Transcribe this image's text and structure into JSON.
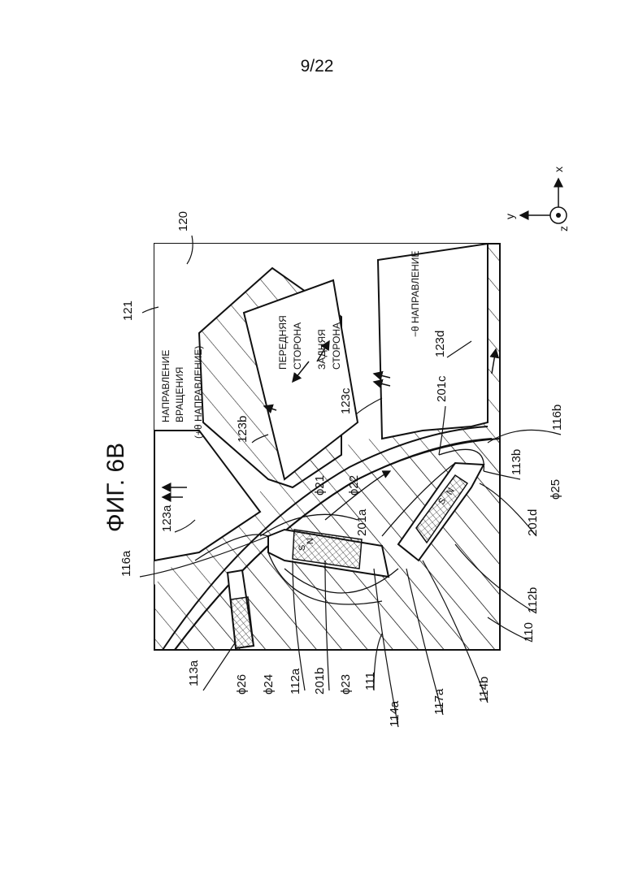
{
  "page_number": "9/22",
  "figure_title": "ФИГ. 6В",
  "stator_labels": {
    "rotation_direction_1": "НАПРАВЛЕНИЕ",
    "rotation_direction_2": "ВРАЩЕНИЯ",
    "plus_theta": "(+θ НАПРАВЛЕНИЕ)",
    "minus_theta": "−θ НАПРАВЛЕНИЕ",
    "front_1": "ПЕРЕДНЯЯ",
    "front_2": "СТОРОНА",
    "rear_1": "ЗАДНЯЯ",
    "rear_2": "СТОРОНА"
  },
  "reference_numerals": {
    "r120": "120",
    "r121": "121",
    "r123a": "123a",
    "r123b": "123b",
    "r123c": "123c",
    "r123d": "123d",
    "r116a": "116a",
    "r116b": "116b",
    "r113a": "113a",
    "r113b": "113b",
    "r201a": "201a",
    "r201b": "201b",
    "r201c": "201c",
    "r201d": "201d",
    "r112a": "112a",
    "r112b": "112b",
    "r114a": "114a",
    "r114b": "114b",
    "r117a": "117a",
    "r111": "111",
    "r110": "110"
  },
  "flux_labels": {
    "phi21": "ϕ21",
    "phi22": "ϕ22",
    "phi23": "ϕ23",
    "phi24": "ϕ24",
    "phi25": "ϕ25",
    "phi26": "ϕ26"
  },
  "pole_labels": {
    "n": "N",
    "s": "S"
  },
  "axes": {
    "x": "x",
    "y": "y",
    "z": "z"
  }
}
